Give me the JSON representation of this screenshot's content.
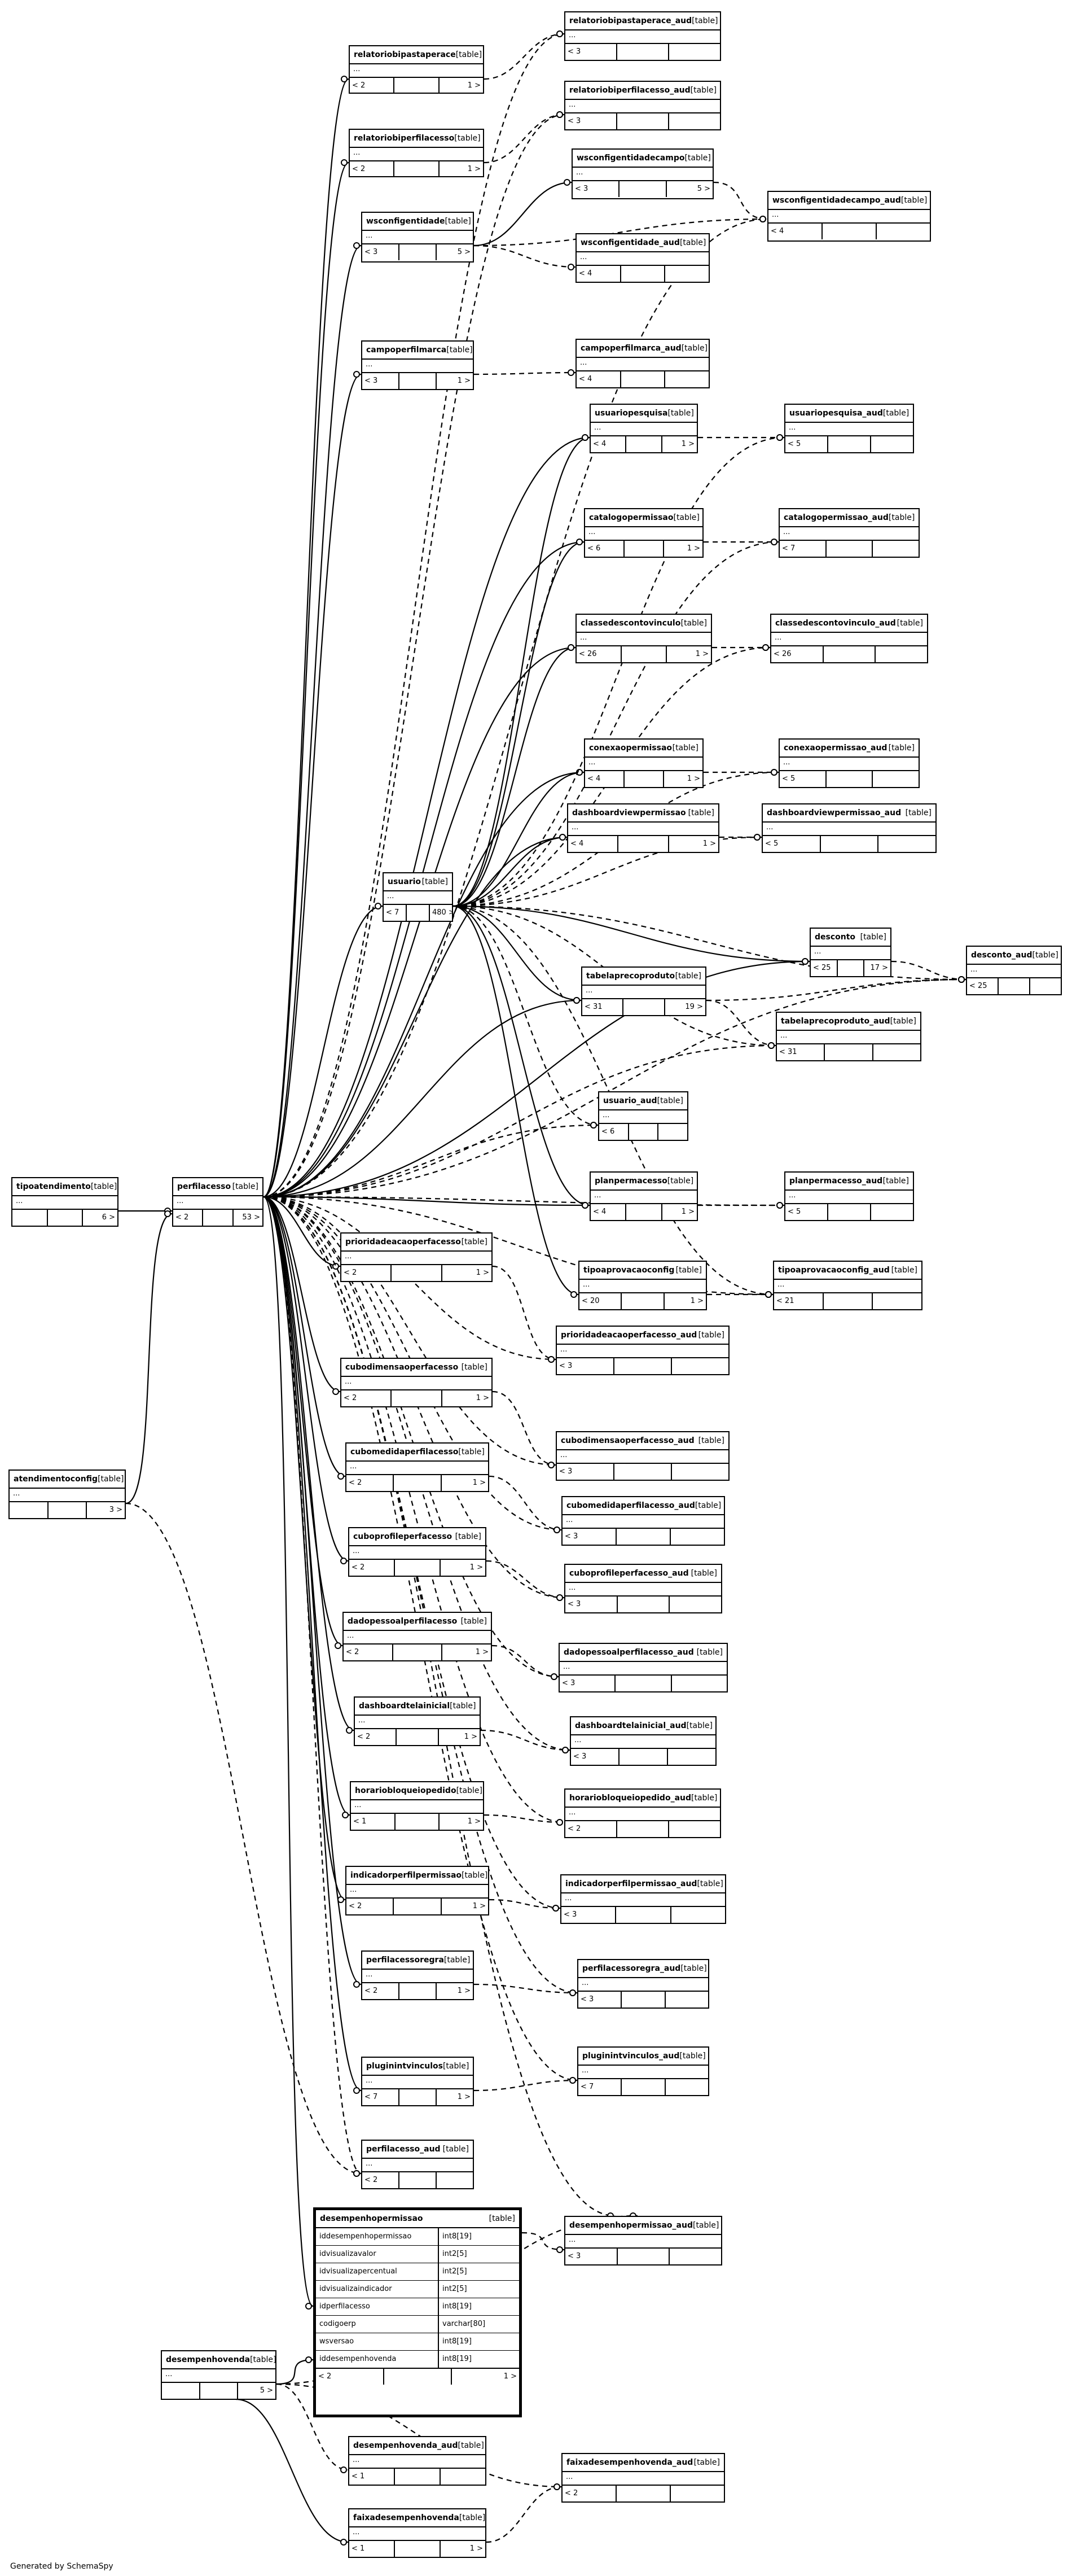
{
  "footer": "Generated by SchemaSpy",
  "table_kind_label": "[table]",
  "more_columns": "...",
  "tables": [
    {
      "id": "relatoriobipastaperace_aud",
      "name": "relatoriobipastaperace_aud",
      "parents": "< 3",
      "children": ""
    },
    {
      "id": "relatoriobipastaperace",
      "name": "relatoriobipastaperace",
      "parents": "< 2",
      "children": "1 >"
    },
    {
      "id": "relatoriobiperfilacesso_aud",
      "name": "relatoriobiperfilacesso_aud",
      "parents": "< 3",
      "children": ""
    },
    {
      "id": "relatoriobiperfilacesso",
      "name": "relatoriobiperfilacesso",
      "parents": "< 2",
      "children": "1 >"
    },
    {
      "id": "wsconfigentidadecampo",
      "name": "wsconfigentidadecampo",
      "parents": "< 3",
      "children": "5 >"
    },
    {
      "id": "wsconfigentidadecampo_aud",
      "name": "wsconfigentidadecampo_aud",
      "parents": "< 4",
      "children": ""
    },
    {
      "id": "wsconfigentidade",
      "name": "wsconfigentidade",
      "parents": "< 3",
      "children": "5 >"
    },
    {
      "id": "wsconfigentidade_aud",
      "name": "wsconfigentidade_aud",
      "parents": "< 4",
      "children": ""
    },
    {
      "id": "campoperfilmarca",
      "name": "campoperfilmarca",
      "parents": "< 3",
      "children": "1 >"
    },
    {
      "id": "campoperfilmarca_aud",
      "name": "campoperfilmarca_aud",
      "parents": "< 4",
      "children": ""
    },
    {
      "id": "usuariopesquisa",
      "name": "usuariopesquisa",
      "parents": "< 4",
      "children": "1 >"
    },
    {
      "id": "usuariopesquisa_aud",
      "name": "usuariopesquisa_aud",
      "parents": "< 5",
      "children": ""
    },
    {
      "id": "catalogopermissao",
      "name": "catalogopermissao",
      "parents": "< 6",
      "children": "1 >"
    },
    {
      "id": "catalogopermissao_aud",
      "name": "catalogopermissao_aud",
      "parents": "< 7",
      "children": ""
    },
    {
      "id": "classedescontovinculo",
      "name": "classedescontovinculo",
      "parents": "< 26",
      "children": "1 >"
    },
    {
      "id": "classedescontovinculo_aud",
      "name": "classedescontovinculo_aud",
      "parents": "< 26",
      "children": ""
    },
    {
      "id": "conexaopermissao",
      "name": "conexaopermissao",
      "parents": "< 4",
      "children": "1 >"
    },
    {
      "id": "conexaopermissao_aud",
      "name": "conexaopermissao_aud",
      "parents": "< 5",
      "children": ""
    },
    {
      "id": "dashboardviewpermissao",
      "name": "dashboardviewpermissao",
      "parents": "< 4",
      "children": "1 >"
    },
    {
      "id": "dashboardviewpermissao_aud",
      "name": "dashboardviewpermissao_aud",
      "parents": "< 5",
      "children": ""
    },
    {
      "id": "usuario",
      "name": "usuario",
      "parents": "< 7",
      "children": "480 >"
    },
    {
      "id": "desconto",
      "name": "desconto",
      "parents": "< 25",
      "children": "17 >"
    },
    {
      "id": "desconto_aud",
      "name": "desconto_aud",
      "parents": "< 25",
      "children": ""
    },
    {
      "id": "tabelaprecoproduto",
      "name": "tabelaprecoproduto",
      "parents": "< 31",
      "children": "19 >"
    },
    {
      "id": "tabelaprecoproduto_aud",
      "name": "tabelaprecoproduto_aud",
      "parents": "< 31",
      "children": ""
    },
    {
      "id": "usuario_aud",
      "name": "usuario_aud",
      "parents": "< 6",
      "children": ""
    },
    {
      "id": "tipoatendimento",
      "name": "tipoatendimento",
      "parents": "",
      "children": "6 >"
    },
    {
      "id": "perfilacesso",
      "name": "perfilacesso",
      "parents": "< 2",
      "children": "53 >"
    },
    {
      "id": "planpermacesso",
      "name": "planpermacesso",
      "parents": "< 4",
      "children": "1 >"
    },
    {
      "id": "planpermacesso_aud",
      "name": "planpermacesso_aud",
      "parents": "< 5",
      "children": ""
    },
    {
      "id": "prioridadeacaoperfacesso",
      "name": "prioridadeacaoperfacesso",
      "parents": "< 2",
      "children": "1 >"
    },
    {
      "id": "tipoaprovacaoconfig",
      "name": "tipoaprovacaoconfig",
      "parents": "< 20",
      "children": "1 >"
    },
    {
      "id": "tipoaprovacaoconfig_aud",
      "name": "tipoaprovacaoconfig_aud",
      "parents": "< 21",
      "children": ""
    },
    {
      "id": "prioridadeacaoperfacesso_aud",
      "name": "prioridadeacaoperfacesso_aud",
      "parents": "< 3",
      "children": ""
    },
    {
      "id": "cubodimensaoperfacesso",
      "name": "cubodimensaoperfacesso",
      "parents": "< 2",
      "children": "1 >"
    },
    {
      "id": "cubodimensaoperfacesso_aud",
      "name": "cubodimensaoperfacesso_aud",
      "parents": "< 3",
      "children": ""
    },
    {
      "id": "atendimentoconfig",
      "name": "atendimentoconfig",
      "parents": "",
      "children": "3 >"
    },
    {
      "id": "cubomedidaperfilacesso",
      "name": "cubomedidaperfilacesso",
      "parents": "< 2",
      "children": "1 >"
    },
    {
      "id": "cubomedidaperfilacesso_aud",
      "name": "cubomedidaperfilacesso_aud",
      "parents": "< 3",
      "children": ""
    },
    {
      "id": "cuboprofileperfacesso",
      "name": "cuboprofileperfacesso",
      "parents": "< 2",
      "children": "1 >"
    },
    {
      "id": "cuboprofileperfacesso_aud",
      "name": "cuboprofileperfacesso_aud",
      "parents": "< 3",
      "children": ""
    },
    {
      "id": "dadopessoalperfilacesso",
      "name": "dadopessoalperfilacesso",
      "parents": "< 2",
      "children": "1 >"
    },
    {
      "id": "dadopessoalperfilacesso_aud",
      "name": "dadopessoalperfilacesso_aud",
      "parents": "< 3",
      "children": ""
    },
    {
      "id": "dashboardtelainicial",
      "name": "dashboardtelainicial",
      "parents": "< 2",
      "children": "1 >"
    },
    {
      "id": "dashboardtelainicial_aud",
      "name": "dashboardtelainicial_aud",
      "parents": "< 3",
      "children": ""
    },
    {
      "id": "horariobloqueiopedido",
      "name": "horariobloqueiopedido",
      "parents": "< 1",
      "children": "1 >"
    },
    {
      "id": "horariobloqueiopedido_aud",
      "name": "horariobloqueiopedido_aud",
      "parents": "< 2",
      "children": ""
    },
    {
      "id": "indicadorperfilpermissao",
      "name": "indicadorperfilpermissao",
      "parents": "< 2",
      "children": "1 >"
    },
    {
      "id": "indicadorperfilpermissao_aud",
      "name": "indicadorperfilpermissao_aud",
      "parents": "< 3",
      "children": ""
    },
    {
      "id": "perfilacessoregra",
      "name": "perfilacessoregra",
      "parents": "< 2",
      "children": "1 >"
    },
    {
      "id": "perfilacessoregra_aud",
      "name": "perfilacessoregra_aud",
      "parents": "< 3",
      "children": ""
    },
    {
      "id": "pluginintvinculos",
      "name": "pluginintvinculos",
      "parents": "< 7",
      "children": "1 >"
    },
    {
      "id": "pluginintvinculos_aud",
      "name": "pluginintvinculos_aud",
      "parents": "< 7",
      "children": ""
    },
    {
      "id": "perfilacesso_aud",
      "name": "perfilacesso_aud",
      "parents": "< 2",
      "children": ""
    },
    {
      "id": "desempenhopermissao_aud",
      "name": "desempenhopermissao_aud",
      "parents": "< 3",
      "children": ""
    },
    {
      "id": "desempenhovenda",
      "name": "desempenhovenda",
      "parents": "",
      "children": "5 >"
    },
    {
      "id": "desempenhovenda_aud",
      "name": "desempenhovenda_aud",
      "parents": "< 1",
      "children": ""
    },
    {
      "id": "faixadesempenhovenda_aud",
      "name": "faixadesempenhovenda_aud",
      "parents": "< 2",
      "children": ""
    },
    {
      "id": "faixadesempenhovenda",
      "name": "faixadesempenhovenda",
      "parents": "< 1",
      "children": "1 >"
    }
  ],
  "focus_table": {
    "name": "desempenhopermissao",
    "parents": "< 2",
    "children": "1 >",
    "columns": [
      {
        "name": "iddesempenhopermissao",
        "type": "int8[19]"
      },
      {
        "name": "idvisualizavalor",
        "type": "int2[5]"
      },
      {
        "name": "idvisualizapercentual",
        "type": "int2[5]"
      },
      {
        "name": "idvisualizaindicador",
        "type": "int2[5]"
      },
      {
        "name": "idperfilacesso",
        "type": "int8[19]"
      },
      {
        "name": "codigoerp",
        "type": "varchar[80]"
      },
      {
        "name": "wsversao",
        "type": "int8[19]"
      },
      {
        "name": "iddesempenhovenda",
        "type": "int8[19]"
      }
    ]
  }
}
